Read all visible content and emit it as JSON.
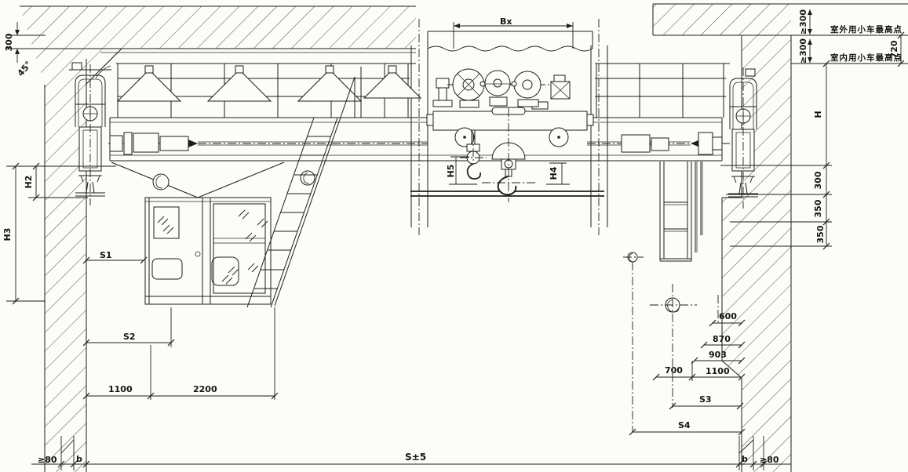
{
  "labels": {
    "top": {
      "bx": "Bx",
      "roof_thickness": "300",
      "roof_angle": "45°",
      "outdoor_clearance": "≥300",
      "indoor_clearance": "≥300",
      "outdoor_trolley_max": "室外用小车最高点",
      "indoor_trolley_max": "室内用小车最高点",
      "roof_offset": "720"
    },
    "left": {
      "h2": "H2",
      "h3": "H3",
      "s1": "S1",
      "s2": "S2",
      "dim_1100": "1100",
      "dim_2200": "2200"
    },
    "center": {
      "h5": "H5",
      "h4": "H4"
    },
    "right": {
      "h": "H",
      "dim_300": "300",
      "dim_350_a": "350",
      "dim_350_b": "350",
      "dim_600": "600",
      "dim_870": "870",
      "dim_903": "903",
      "dim_700": "700",
      "dim_1100": "1100",
      "s3": "S3",
      "s4": "S4"
    },
    "bottom": {
      "span": "S±5",
      "b_left": "b",
      "b_right": "b",
      "edge_left": "≥80",
      "edge_right": "≥80"
    }
  }
}
